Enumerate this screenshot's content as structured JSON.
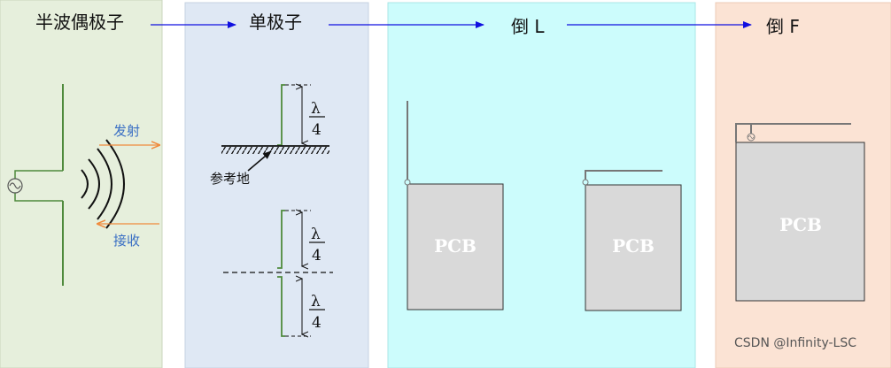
{
  "titles": {
    "halfwave": "半波偶极子",
    "monopole": "单极子",
    "inverted_l": "倒 L",
    "inverted_f": "倒 F"
  },
  "labels": {
    "transmit": "发射",
    "receive": "接收",
    "ground": "参考地",
    "lambda": "λ",
    "four": "4",
    "pcb": "PCB"
  },
  "watermark": "CSDN @Infinity-LSC",
  "colors": {
    "panel_green": "#e6efdc",
    "panel_blue": "#dfe8f4",
    "panel_cyan": "#ccfcfc",
    "panel_peach": "#fbe3d4",
    "antenna_green": "#4f8a3c",
    "flow_arrow": "#1010e0",
    "emit_arrow": "#f08a3c",
    "pcb_fill": "#d9d9d9"
  }
}
